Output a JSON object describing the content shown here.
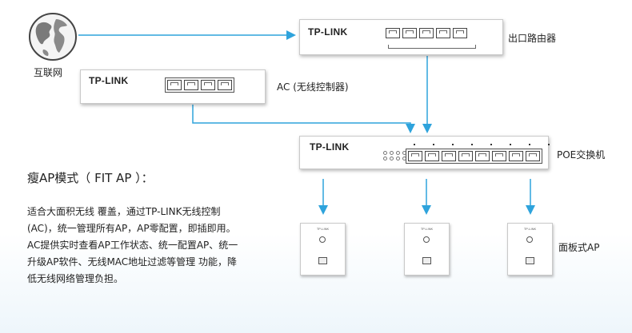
{
  "colors": {
    "arrow": "#2ea3dc",
    "text": "#222222"
  },
  "nodes": {
    "internet": {
      "label": "互联网",
      "icon": "globe-icon"
    },
    "router": {
      "brand": "TP-LINK",
      "label": "出口路由器",
      "ports": 5
    },
    "ac": {
      "brand": "TP-LINK",
      "label": "AC (无线控制器)",
      "ports": 4
    },
    "poe": {
      "brand": "TP-LINK",
      "label": "POE交换机",
      "ports": 8
    },
    "panel_ap": {
      "label": "面板式AP",
      "brand": "TP-LINK",
      "count": 3
    }
  },
  "edges": [
    {
      "from": "internet",
      "to": "router"
    },
    {
      "from": "router",
      "to": "poe"
    },
    {
      "from": "ac",
      "to": "poe"
    },
    {
      "from": "poe",
      "to": "panel_ap_1"
    },
    {
      "from": "poe",
      "to": "panel_ap_2"
    },
    {
      "from": "poe",
      "to": "panel_ap_3"
    }
  ],
  "text": {
    "title": "瘦AP模式（ FIT AP ）：",
    "paragraph": [
      "适合大面积无线 覆盖，通过TP-LINK无线控制",
      "(AC)，统一管理所有AP，AP零配置，即插即用。",
      "AC提供实时查看AP工作状态、统一配置AP、统一",
      "升级AP软件、无线MAC地址过滤等管理 功能，降",
      "低无线网络管理负担。"
    ]
  }
}
